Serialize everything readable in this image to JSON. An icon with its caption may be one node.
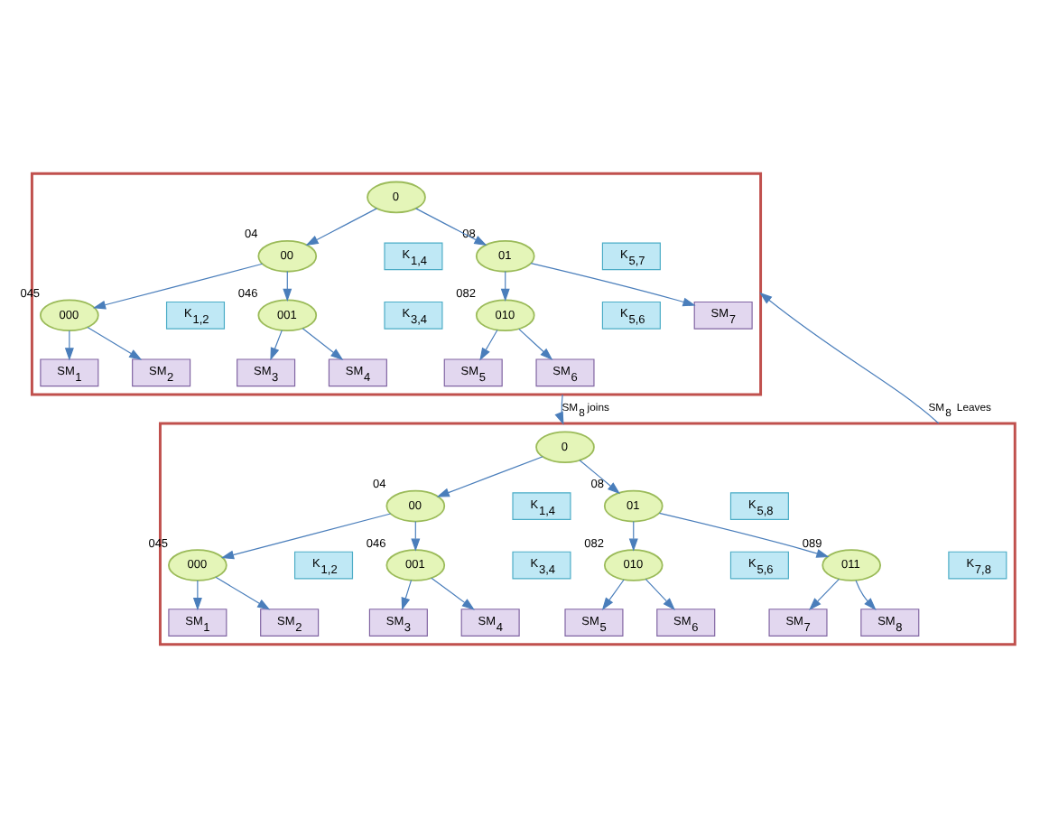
{
  "diagram": {
    "nodes": [
      {
        "text": [],
        "shape": "box"
      },
      {
        "text": [
          "0"
        ],
        "in": 0
      },
      {
        "text": [
          "00"
        ],
        "beside": [
          "04"
        ],
        "in": 0
      },
      {
        "text": [
          "K$_{1,4}$"
        ],
        "in": 0
      },
      {
        "text": [
          "01"
        ],
        "beside": [
          "08"
        ],
        "in": 0
      },
      {
        "text": [
          "K$_{5,7}$"
        ],
        "in": 0
      },
      {
        "text": [
          "000"
        ],
        "beside": [
          "045"
        ],
        "in": 0
      },
      {
        "text": [
          "K$_{1,2}$"
        ],
        "in": 0
      },
      {
        "text": [
          "001"
        ],
        "beside": [
          "046"
        ],
        "in": 0
      },
      {
        "text": [
          "K$_{3,4}$"
        ],
        "in": 0
      },
      {
        "text": [
          "010"
        ],
        "beside": [
          "082"
        ],
        "in": 0
      },
      {
        "text": [
          "K$_{5,6}$"
        ],
        "in": 0
      },
      {
        "text": [
          "SM$_{7}$"
        ],
        "in": 0
      },
      {
        "text": [
          "SM$_{1}$"
        ],
        "in": 0
      },
      {
        "text": [
          "SM$_{2}$"
        ],
        "in": 0
      },
      {
        "text": [
          "SM$_{3}$"
        ],
        "in": 0
      },
      {
        "text": [
          "SM$_{4}$"
        ],
        "in": 0
      },
      {
        "text": [
          "SM$_{5}$"
        ],
        "in": 0
      },
      {
        "text": [
          "SM$_{6}$"
        ],
        "in": 0
      },
      {
        "text": [],
        "shape": "box"
      },
      {
        "text": [
          "0"
        ],
        "in": 19
      },
      {
        "text": [
          "00"
        ],
        "beside": [
          "04"
        ],
        "in": 19
      },
      {
        "text": [
          "K$_{1,4}$"
        ],
        "in": 19
      },
      {
        "text": [
          "01"
        ],
        "beside": [
          "08"
        ],
        "in": 19
      },
      {
        "text": [
          "K$_{5,8}$"
        ],
        "in": 19
      },
      {
        "text": [
          "000"
        ],
        "beside": [
          "045"
        ],
        "in": 19
      },
      {
        "text": [
          "K$_{1,2}$"
        ],
        "in": 19
      },
      {
        "text": [
          "001"
        ],
        "beside": [
          "046"
        ],
        "in": 19
      },
      {
        "text": [
          "K$_{3,4}$"
        ],
        "in": 19
      },
      {
        "text": [
          "010"
        ],
        "beside": [
          "082"
        ],
        "in": 19
      },
      {
        "text": [
          "K$_{5,6}$"
        ],
        "in": 19
      },
      {
        "text": [
          "011"
        ],
        "beside": [
          "089"
        ],
        "in": 19
      },
      {
        "text": [
          "K$_{7,8}$"
        ],
        "in": 19
      },
      {
        "text": [
          "SM$_{1}$"
        ],
        "in": 19
      },
      {
        "text": [
          "SM$_{2}$"
        ],
        "in": 19
      },
      {
        "text": [
          "SM$_{3}$"
        ],
        "in": 19
      },
      {
        "text": [
          "SM$_{4}$"
        ],
        "in": 19
      },
      {
        "text": [
          "SM$_{5}$"
        ],
        "in": 19
      },
      {
        "text": [
          "SM$_{6}$"
        ],
        "in": 19
      },
      {
        "text": [
          "SM$_{7}$"
        ],
        "in": 19
      },
      {
        "text": [
          "SM$_{8}$"
        ],
        "in": 19
      }
    ],
    "edges": [
      {
        "from": 1,
        "to": 2,
        "arrow": "to"
      },
      {
        "from": 1,
        "to": 4,
        "arrow": "to"
      },
      {
        "from": 2,
        "to": 6,
        "arrow": "to"
      },
      {
        "from": 2,
        "to": 8,
        "arrow": "to"
      },
      {
        "from": 4,
        "to": 10,
        "arrow": "to"
      },
      {
        "from": 4,
        "to": 12,
        "arrow": "to"
      },
      {
        "from": 6,
        "to": 13,
        "arrow": "to"
      },
      {
        "from": 6,
        "to": 14,
        "arrow": "to"
      },
      {
        "from": 8,
        "to": 15,
        "arrow": "to"
      },
      {
        "from": 8,
        "to": 16,
        "arrow": "to"
      },
      {
        "from": 10,
        "to": 17,
        "arrow": "to"
      },
      {
        "from": 10,
        "to": 18,
        "arrow": "to"
      },
      {
        "from": 0,
        "to": 19,
        "arrow": "to",
        "label": "SM$_{8}$ joins"
      },
      {
        "from": 19,
        "to": 0,
        "arrow": "to",
        "label": "SM$_{8}$  Leaves"
      },
      {
        "from": 20,
        "to": 21,
        "arrow": "to"
      },
      {
        "from": 20,
        "to": 23,
        "arrow": "to"
      },
      {
        "from": 21,
        "to": 25,
        "arrow": "to"
      },
      {
        "from": 21,
        "to": 27,
        "arrow": "to"
      },
      {
        "from": 23,
        "to": 29,
        "arrow": "to"
      },
      {
        "from": 23,
        "to": 31,
        "arrow": "to"
      },
      {
        "from": 25,
        "to": 33,
        "arrow": "to"
      },
      {
        "from": 25,
        "to": 34,
        "arrow": "to"
      },
      {
        "from": 27,
        "to": 35,
        "arrow": "to"
      },
      {
        "from": 27,
        "to": 36,
        "arrow": "to"
      },
      {
        "from": 29,
        "to": 37,
        "arrow": "to"
      },
      {
        "from": 29,
        "to": 38,
        "arrow": "to"
      },
      {
        "from": 31,
        "to": 39,
        "arrow": "to"
      },
      {
        "from": 31,
        "to": 40,
        "arrow": "to"
      }
    ]
  }
}
